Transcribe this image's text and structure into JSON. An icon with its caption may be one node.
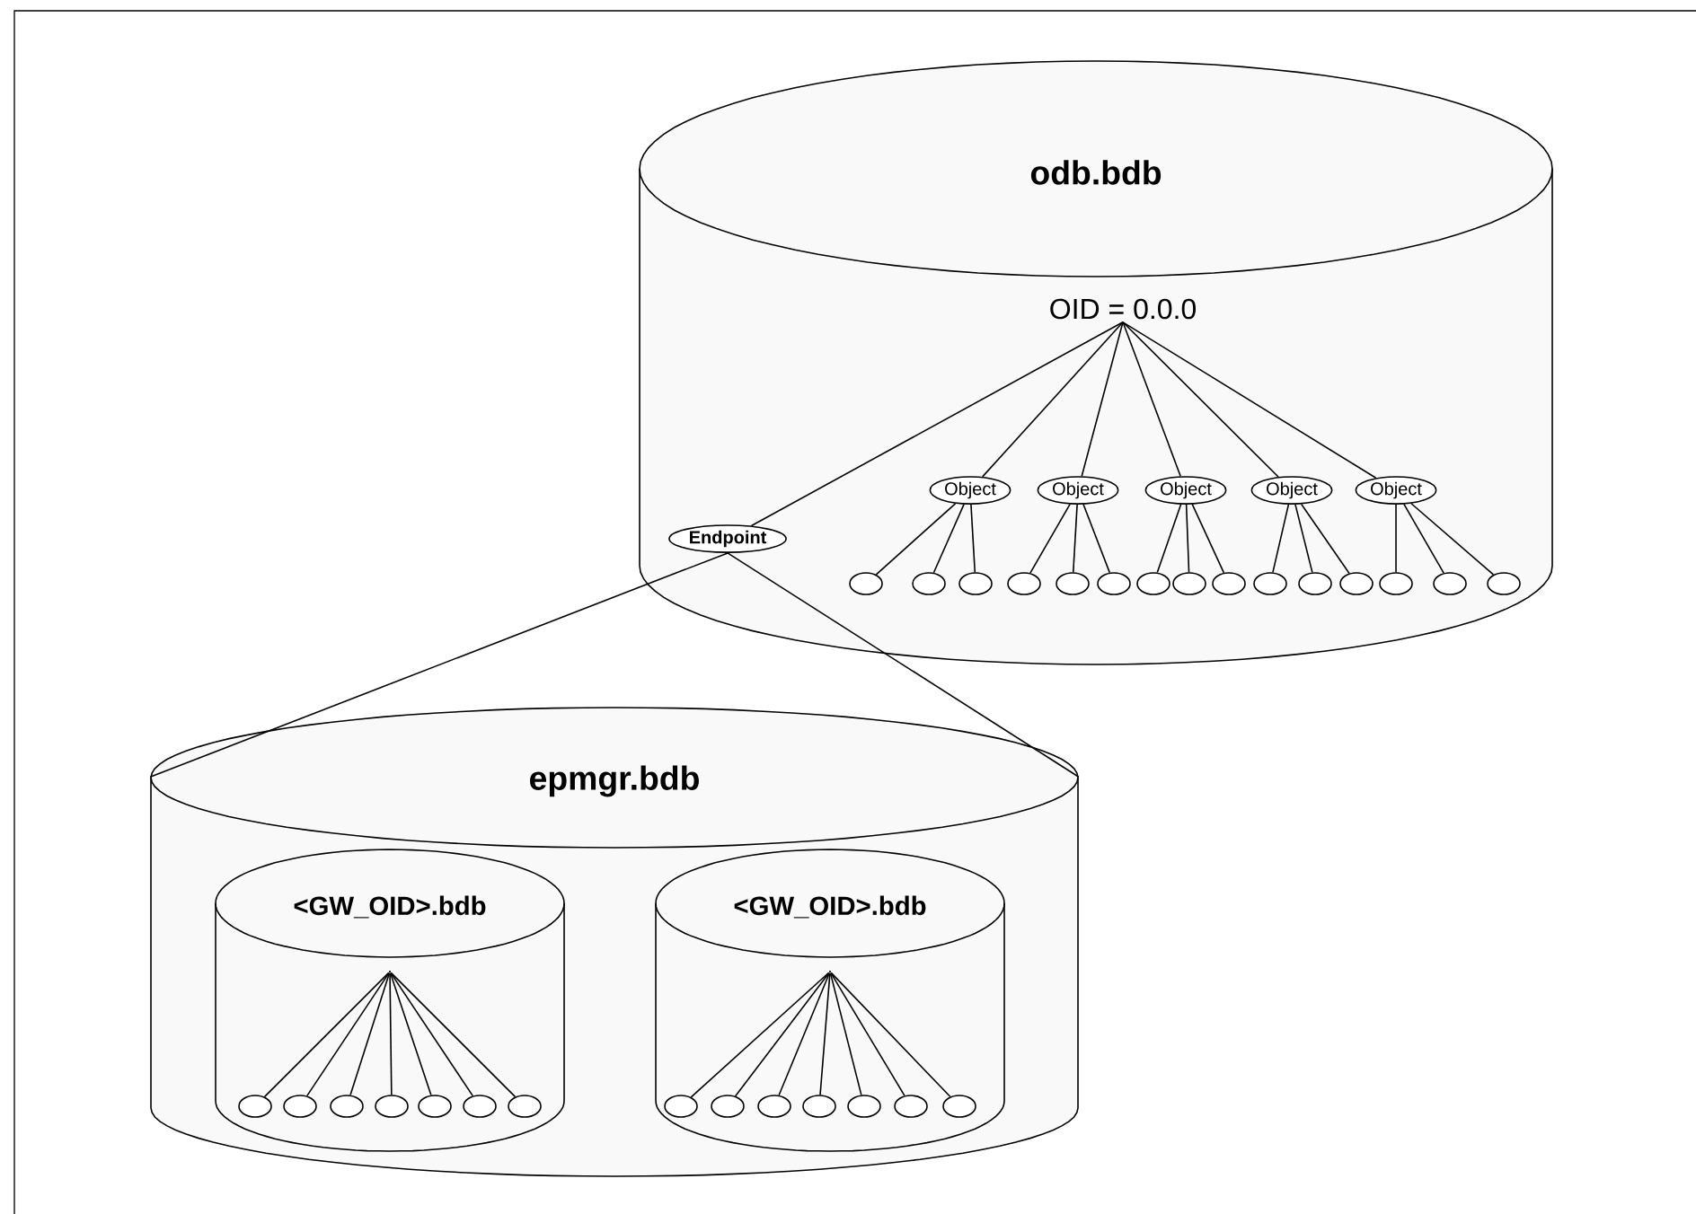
{
  "diagram": {
    "nodes": [
      {
        "text": [
          "odb.bdb"
        ]
      },
      {
        "text": [
          "OID = 0.0.0"
        ],
        "in": 0
      },
      {
        "text": [
          "Endpoint"
        ],
        "in": 0
      },
      {
        "text": [
          "Object"
        ],
        "in": 0
      },
      {
        "text": [
          "Object"
        ],
        "in": 0
      },
      {
        "text": [
          "Object"
        ],
        "in": 0
      },
      {
        "text": [
          "Object"
        ],
        "in": 0
      },
      {
        "text": [
          "Object"
        ],
        "in": 0
      },
      {
        "text": [],
        "shape": "circle",
        "in": 0
      },
      {
        "text": [],
        "shape": "circle",
        "in": 0
      },
      {
        "text": [],
        "shape": "circle",
        "in": 0
      },
      {
        "text": [],
        "shape": "circle",
        "in": 0
      },
      {
        "text": [],
        "shape": "circle",
        "in": 0
      },
      {
        "text": [],
        "shape": "circle",
        "in": 0
      },
      {
        "text": [],
        "shape": "circle",
        "in": 0
      },
      {
        "text": [],
        "shape": "circle",
        "in": 0
      },
      {
        "text": [],
        "shape": "circle",
        "in": 0
      },
      {
        "text": [],
        "shape": "circle",
        "in": 0
      },
      {
        "text": [],
        "shape": "circle",
        "in": 0
      },
      {
        "text": [],
        "shape": "circle",
        "in": 0
      },
      {
        "text": [],
        "shape": "circle",
        "in": 0
      },
      {
        "text": [],
        "shape": "circle",
        "in": 0
      },
      {
        "text": [],
        "shape": "circle",
        "in": 0
      },
      {
        "text": [
          "epmgr.bdb"
        ]
      },
      {
        "text": [
          "<GW_OID>.bdb"
        ],
        "in": 23
      },
      {
        "text": [],
        "shape": "point",
        "in": 24
      },
      {
        "text": [],
        "shape": "circle",
        "in": 24
      },
      {
        "text": [],
        "shape": "circle",
        "in": 24
      },
      {
        "text": [],
        "shape": "circle",
        "in": 24
      },
      {
        "text": [],
        "shape": "circle",
        "in": 24
      },
      {
        "text": [],
        "shape": "circle",
        "in": 24
      },
      {
        "text": [],
        "shape": "circle",
        "in": 24
      },
      {
        "text": [],
        "shape": "circle",
        "in": 24
      },
      {
        "text": [
          "<GW_OID>.bdb"
        ],
        "in": 23
      },
      {
        "text": [],
        "shape": "point",
        "in": 33
      },
      {
        "text": [],
        "shape": "circle",
        "in": 33
      },
      {
        "text": [],
        "shape": "circle",
        "in": 33
      },
      {
        "text": [],
        "shape": "circle",
        "in": 33
      },
      {
        "text": [],
        "shape": "circle",
        "in": 33
      },
      {
        "text": [],
        "shape": "circle",
        "in": 33
      },
      {
        "text": [],
        "shape": "circle",
        "in": 33
      },
      {
        "text": [],
        "shape": "circle",
        "in": 33
      }
    ],
    "edges": [
      {
        "from": 1,
        "to": 2,
        "arrow": "none"
      },
      {
        "from": 1,
        "to": 3,
        "arrow": "none"
      },
      {
        "from": 1,
        "to": 4,
        "arrow": "none"
      },
      {
        "from": 1,
        "to": 5,
        "arrow": "none"
      },
      {
        "from": 1,
        "to": 6,
        "arrow": "none"
      },
      {
        "from": 1,
        "to": 7,
        "arrow": "none"
      },
      {
        "from": 3,
        "to": 8,
        "arrow": "none"
      },
      {
        "from": 3,
        "to": 9,
        "arrow": "none"
      },
      {
        "from": 3,
        "to": 10,
        "arrow": "none"
      },
      {
        "from": 4,
        "to": 11,
        "arrow": "none"
      },
      {
        "from": 4,
        "to": 12,
        "arrow": "none"
      },
      {
        "from": 4,
        "to": 13,
        "arrow": "none"
      },
      {
        "from": 5,
        "to": 14,
        "arrow": "none"
      },
      {
        "from": 5,
        "to": 15,
        "arrow": "none"
      },
      {
        "from": 5,
        "to": 16,
        "arrow": "none"
      },
      {
        "from": 6,
        "to": 17,
        "arrow": "none"
      },
      {
        "from": 6,
        "to": 18,
        "arrow": "none"
      },
      {
        "from": 6,
        "to": 19,
        "arrow": "none"
      },
      {
        "from": 7,
        "to": 20,
        "arrow": "none"
      },
      {
        "from": 7,
        "to": 21,
        "arrow": "none"
      },
      {
        "from": 7,
        "to": 22,
        "arrow": "none"
      },
      {
        "from": 2,
        "to": 23,
        "arrow": "none"
      },
      {
        "from": 2,
        "to": 23,
        "arrow": "none"
      },
      {
        "from": 25,
        "to": 26,
        "arrow": "none"
      },
      {
        "from": 25,
        "to": 27,
        "arrow": "none"
      },
      {
        "from": 25,
        "to": 28,
        "arrow": "none"
      },
      {
        "from": 25,
        "to": 29,
        "arrow": "none"
      },
      {
        "from": 25,
        "to": 30,
        "arrow": "none"
      },
      {
        "from": 25,
        "to": 31,
        "arrow": "none"
      },
      {
        "from": 25,
        "to": 32,
        "arrow": "none"
      },
      {
        "from": 34,
        "to": 35,
        "arrow": "none"
      },
      {
        "from": 34,
        "to": 36,
        "arrow": "none"
      },
      {
        "from": 34,
        "to": 37,
        "arrow": "none"
      },
      {
        "from": 34,
        "to": 38,
        "arrow": "none"
      },
      {
        "from": 34,
        "to": 39,
        "arrow": "none"
      },
      {
        "from": 34,
        "to": 40,
        "arrow": "none"
      },
      {
        "from": 34,
        "to": 41,
        "arrow": "none"
      }
    ]
  }
}
